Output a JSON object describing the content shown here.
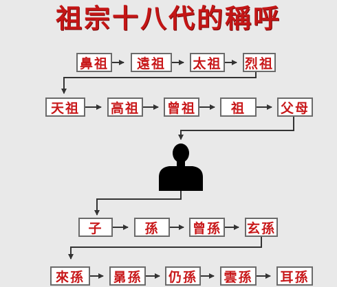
{
  "title": "祖宗十八代的稱呼",
  "rows": [
    [
      "鼻祖",
      "遠祖",
      "太祖",
      "烈祖"
    ],
    [
      "天祖",
      "高祖",
      "曾祖",
      "祖",
      "父母"
    ],
    [
      "子",
      "孫",
      "曾孫",
      "玄孫"
    ],
    [
      "來孫",
      "晜孫",
      "仍孫",
      "雲孫",
      "耳孫"
    ]
  ],
  "center_figure": "self-silhouette-icon",
  "colors": {
    "text": "#c8181a",
    "border": "#6a6a6a",
    "background": "#e9e9e9",
    "arrow": "#333333"
  }
}
